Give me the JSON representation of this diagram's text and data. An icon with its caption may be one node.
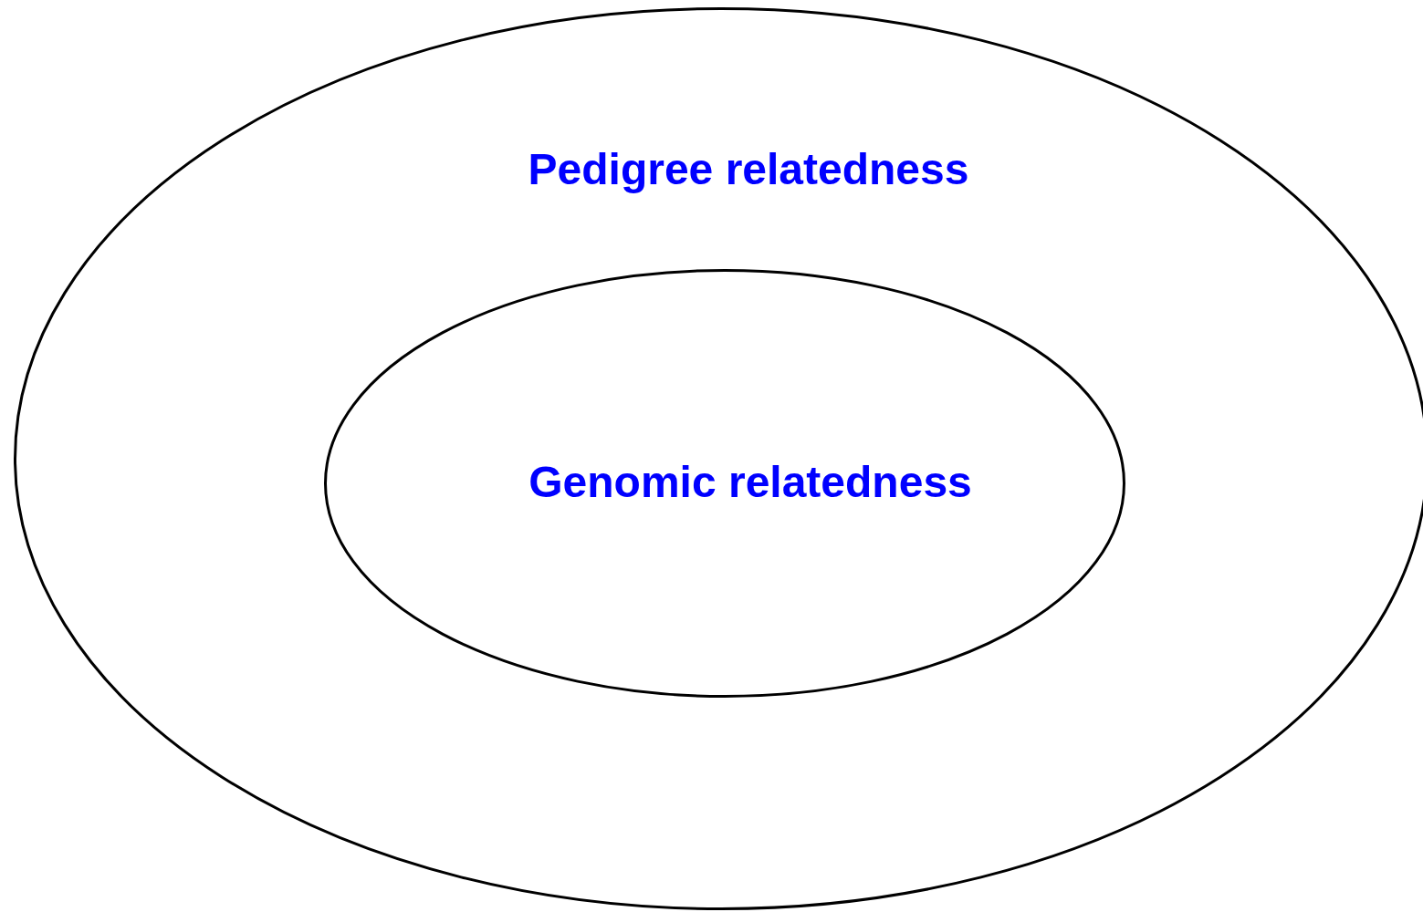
{
  "diagram": {
    "nodes": [
      {
        "text": [
          "Pedigree relatedness"
        ]
      },
      {
        "text": [
          "Genomic relatedness"
        ],
        "in": 0
      }
    ]
  }
}
